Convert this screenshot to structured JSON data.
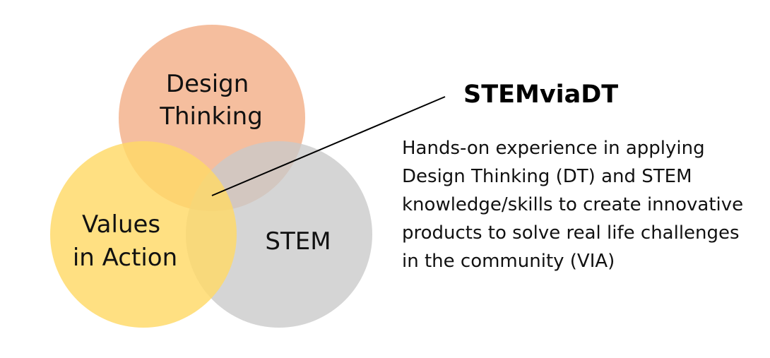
{
  "diagram": {
    "circles": [
      {
        "id": "design-thinking",
        "label_lines": [
          "Design",
          "Thinking"
        ],
        "color": "#F4B896"
      },
      {
        "id": "stem",
        "label_lines": [
          "STEM"
        ],
        "color": "#C9C9C9"
      },
      {
        "id": "values-in-action",
        "label_lines": [
          "Values",
          "in Action"
        ],
        "color": "#FFD966"
      }
    ],
    "callout": {
      "title": "STEMviaDT",
      "description": "Hands-on experience in applying Design Thinking (DT) and STEM knowledge/skills to create innovative products to solve real life challenges in the community (VIA)",
      "line_color": "#000000"
    }
  }
}
